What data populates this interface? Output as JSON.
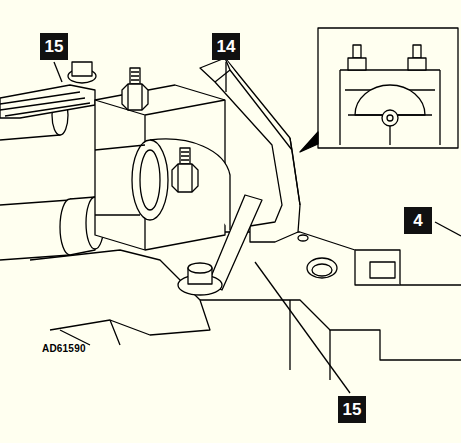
{
  "diagram": {
    "labels": [
      "15",
      "14",
      "4",
      "AD61590",
      "15"
    ]
  }
}
